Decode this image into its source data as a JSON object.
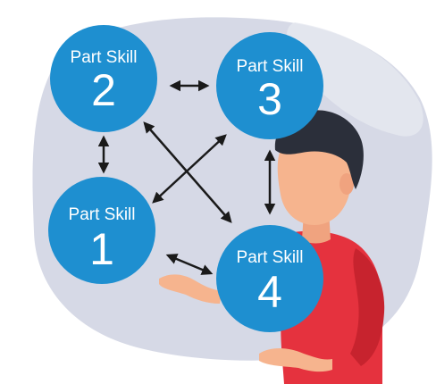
{
  "diagram": {
    "nodes": [
      {
        "id": "skill-2",
        "label": "Part Skill",
        "number": "2"
      },
      {
        "id": "skill-3",
        "label": "Part Skill",
        "number": "3"
      },
      {
        "id": "skill-1",
        "label": "Part Skill",
        "number": "1"
      },
      {
        "id": "skill-4",
        "label": "Part Skill",
        "number": "4"
      }
    ],
    "edges": [
      {
        "from": "skill-2",
        "to": "skill-3",
        "type": "bidirectional"
      },
      {
        "from": "skill-2",
        "to": "skill-1",
        "type": "bidirectional"
      },
      {
        "from": "skill-3",
        "to": "skill-4",
        "type": "bidirectional"
      },
      {
        "from": "skill-1",
        "to": "skill-4",
        "type": "bidirectional"
      },
      {
        "from": "skill-2",
        "to": "skill-4",
        "type": "bidirectional"
      },
      {
        "from": "skill-3",
        "to": "skill-1",
        "type": "bidirectional"
      }
    ]
  },
  "colors": {
    "circle": "#1e8fd0",
    "circle_shadow": "#166ea3",
    "blob": "#d6d9e6",
    "blob_light": "#e6e8f0",
    "arrow": "#1a1a1a",
    "shirt": "#e5323e",
    "skin": "#f6b48e",
    "hair": "#2b2f3a"
  }
}
